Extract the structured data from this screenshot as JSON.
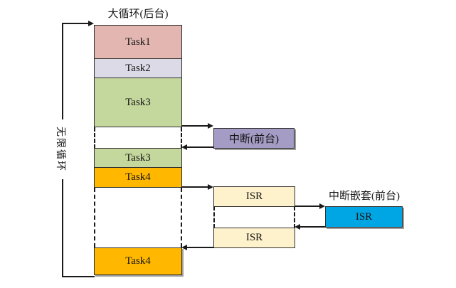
{
  "labels": {
    "title": "大循环(后台)",
    "infinite_loop": "无限循环",
    "nested_interrupt_title": "中断嵌套(前台)"
  },
  "blocks": {
    "task1": "Task1",
    "task2": "Task2",
    "task3_first": "Task3",
    "task3_second": "Task3",
    "task4_first": "Task4",
    "task4_last": "Task4",
    "interrupt": "中断(前台)",
    "isr_first": "ISR",
    "isr_second": "ISR",
    "isr_nested": "ISR"
  },
  "colors": {
    "task1_fill": "#E3B6B1",
    "task2_fill": "#DDDAE8",
    "task3_fill": "#C4D79D",
    "task4_fill": "#FFB700",
    "interrupt_fill": "#A49CC4",
    "isr_fill": "#FDF2CC",
    "nested_isr_fill": "#00A5E3",
    "line": "#1A1A1A"
  }
}
